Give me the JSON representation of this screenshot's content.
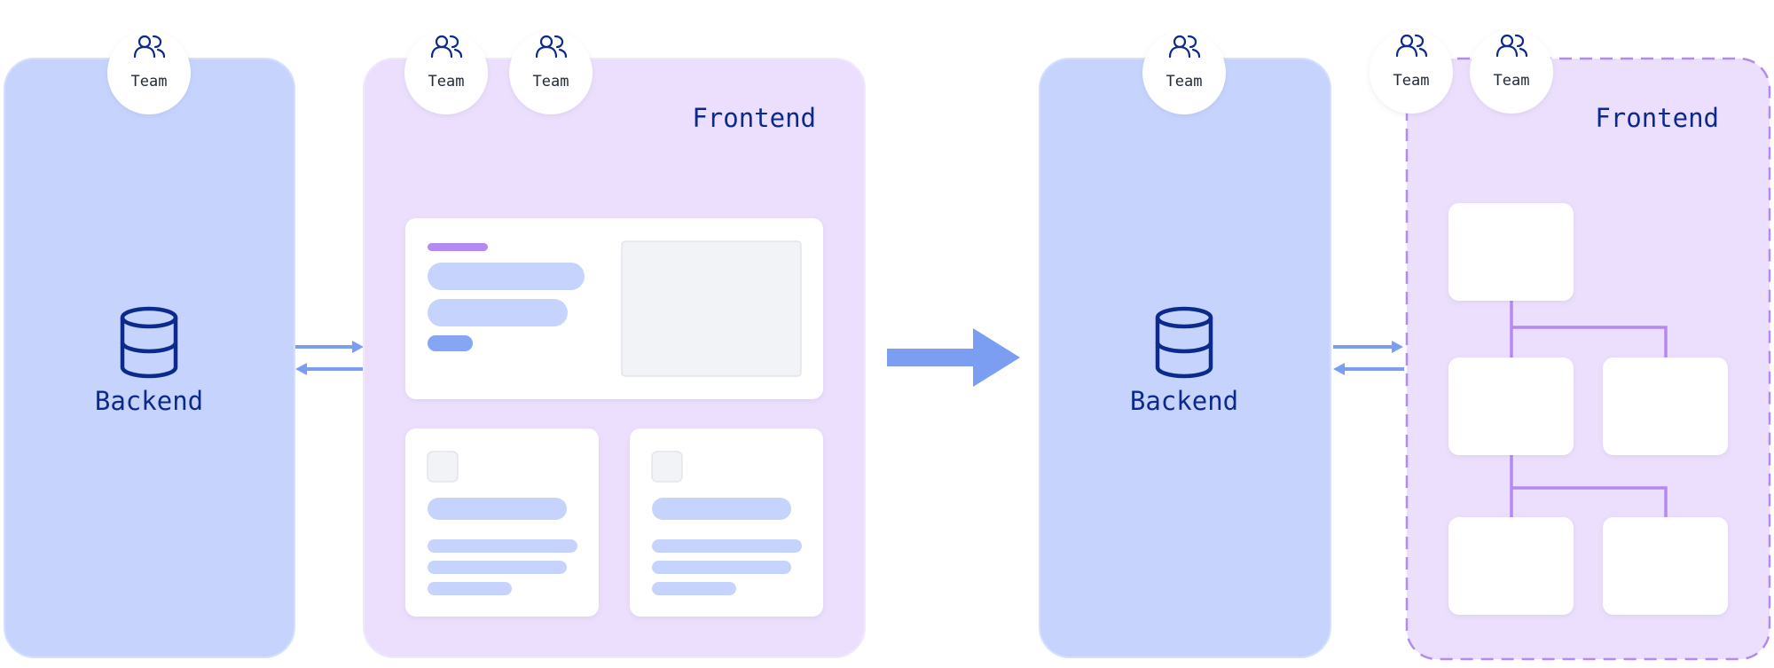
{
  "colors": {
    "backend_fill": "#c6d4fd",
    "frontend_fill": "#ecdffd",
    "frontend_dashed_border": "#b48af0",
    "ink": "#0b2a8c",
    "arrow": "#7b9ef2",
    "connector": "#b48af0",
    "skeleton": "#c6d4fd",
    "skeleton_strong": "#86a5f2",
    "accent_bar": "#b48af0",
    "placeholder": "#f2f3f6"
  },
  "icons": {
    "team": "users-icon",
    "database": "database-icon",
    "transition": "arrow-right-icon",
    "exchange": "bidirectional-arrows-icon"
  },
  "before": {
    "backend": {
      "team_badges": [
        "Team"
      ],
      "label": "Backend"
    },
    "frontend": {
      "team_badges": [
        "Team",
        "Team"
      ],
      "title": "Frontend"
    }
  },
  "after": {
    "backend": {
      "team_badges": [
        "Team"
      ],
      "label": "Backend"
    },
    "frontend": {
      "team_badges": [
        "Team",
        "Team"
      ],
      "title": "Frontend"
    }
  }
}
